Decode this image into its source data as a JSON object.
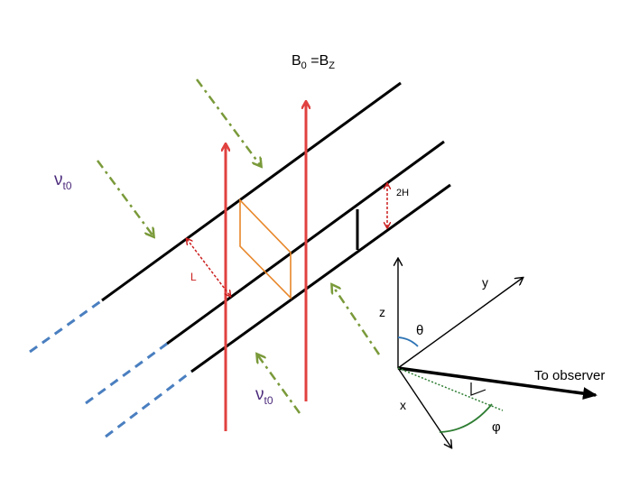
{
  "labels": {
    "field_base": "B",
    "field_base_sub": "0",
    "field_eq": " =B",
    "field_z_sub": "Z",
    "nu_symbol": "ν",
    "nu_sub": "t0",
    "L": "L",
    "two_H": "2H",
    "z_axis": "z",
    "y_axis": "y",
    "x_axis": "x",
    "theta": "θ",
    "phi": "φ",
    "observer": "To observer"
  },
  "colors": {
    "slab_lines": "#000000",
    "dashed_extension": "#4a7fc0",
    "field_arrows": "#e0413f",
    "flux_arrows": "#7a9a3a",
    "parallelogram": "#e8872a",
    "L_arrow": "#cc1f1f",
    "H_arrow": "#cc1f1f",
    "nu_text": "#4b2a7b",
    "theta_arc": "#2e74b5",
    "phi_arc": "#2e7d32",
    "projection_dotted": "#2e7d32"
  }
}
